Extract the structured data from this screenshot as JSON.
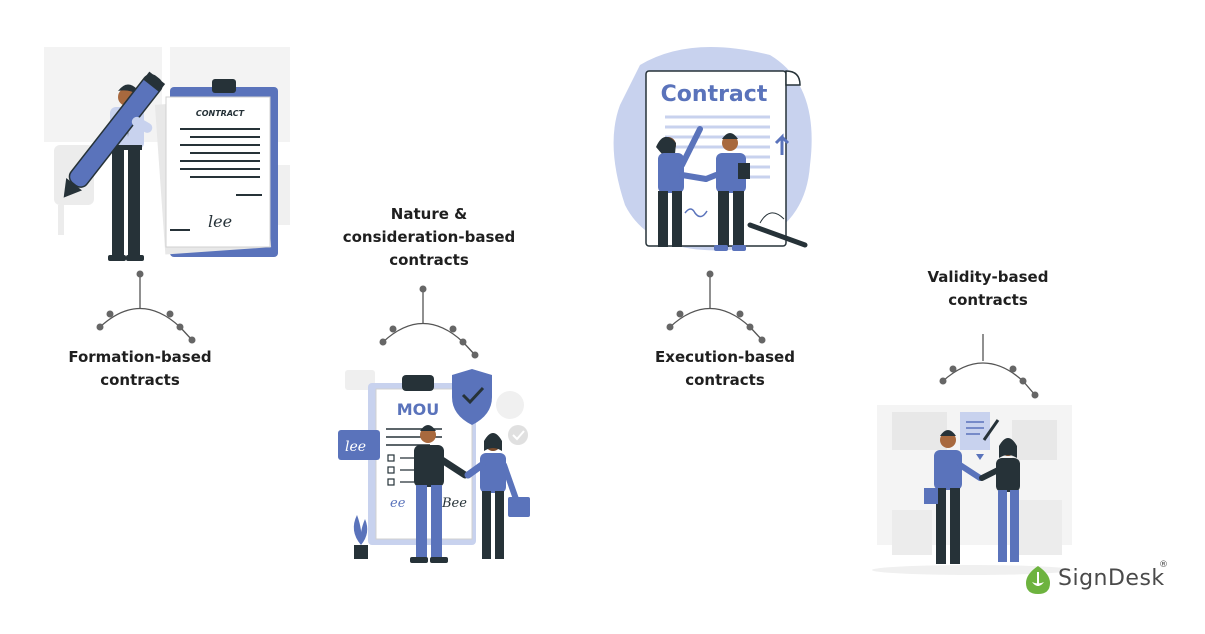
{
  "items": [
    {
      "line1": "Formation-based",
      "line2": "contracts"
    },
    {
      "line1": "Nature &",
      "line2": "consideration-based",
      "line3": "contracts"
    },
    {
      "line1": "Execution-based",
      "line2": "contracts"
    },
    {
      "line1": "Validity-based",
      "line2": "contracts"
    }
  ],
  "illustrations": {
    "formation": {
      "doc_title": "CONTRACT",
      "signature": "lee"
    },
    "nature": {
      "doc_title": "MOU",
      "signature_card": "lee",
      "sig1": "ee",
      "sig2": "Bee"
    },
    "execution": {
      "doc_title": "Contract"
    }
  },
  "brand": {
    "name": "SignDesk",
    "registered": "®"
  },
  "colors": {
    "accent": "#5a73bb",
    "dark": "#263238",
    "light_accent": "#c8d2ee",
    "logo_green": "#6db33f"
  }
}
